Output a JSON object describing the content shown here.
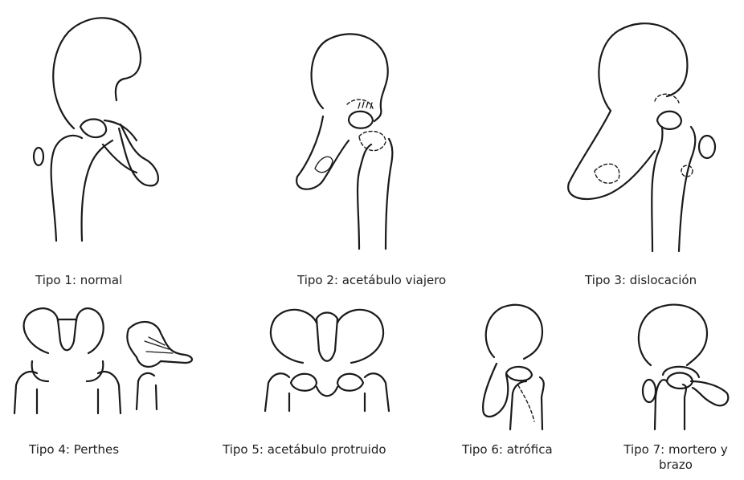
{
  "captions": {
    "tipo1": "Tipo 1: normal",
    "tipo2": "Tipo 2: acetábulo viajero",
    "tipo3": "Tipo 3: dislocación",
    "tipo4": "Tipo 4: Perthes",
    "tipo5": "Tipo 5: acetábulo protruido",
    "tipo6": "Tipo 6: atrófica",
    "tipo7_line1": "Tipo 7: mortero y",
    "tipo7_line2": "brazo"
  }
}
